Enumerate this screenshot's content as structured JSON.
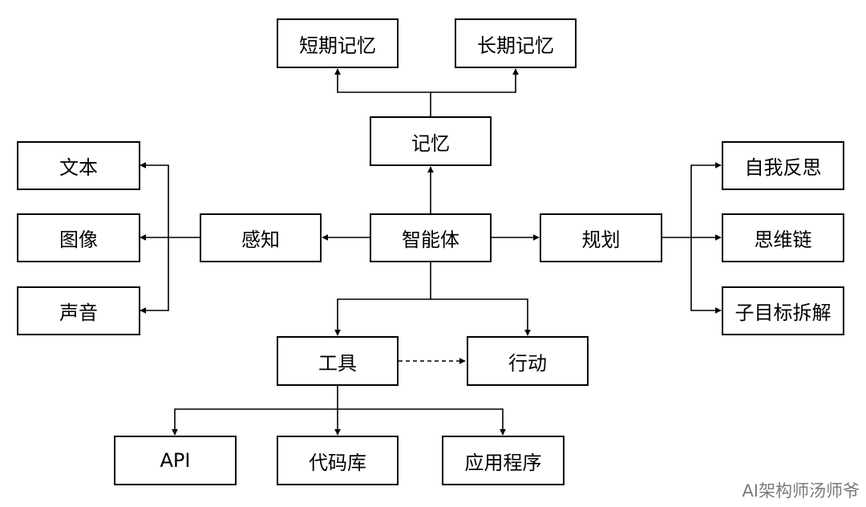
{
  "nodes": {
    "short_term_memory": "短期记忆",
    "long_term_memory": "长期记忆",
    "memory": "记忆",
    "text": "文本",
    "image": "图像",
    "sound": "声音",
    "perception": "感知",
    "agent": "智能体",
    "planning": "规划",
    "self_reflection": "自我反思",
    "chain_of_thought": "思维链",
    "subgoal_decomposition": "子目标拆解",
    "tools": "工具",
    "action": "行动",
    "api": "API",
    "code_library": "代码库",
    "application": "应用程序"
  },
  "watermark": "AI架构师汤师爷",
  "colors": {
    "line": "#000000",
    "border": "#000000",
    "background": "#ffffff",
    "watermark": "#7a7a7a"
  }
}
